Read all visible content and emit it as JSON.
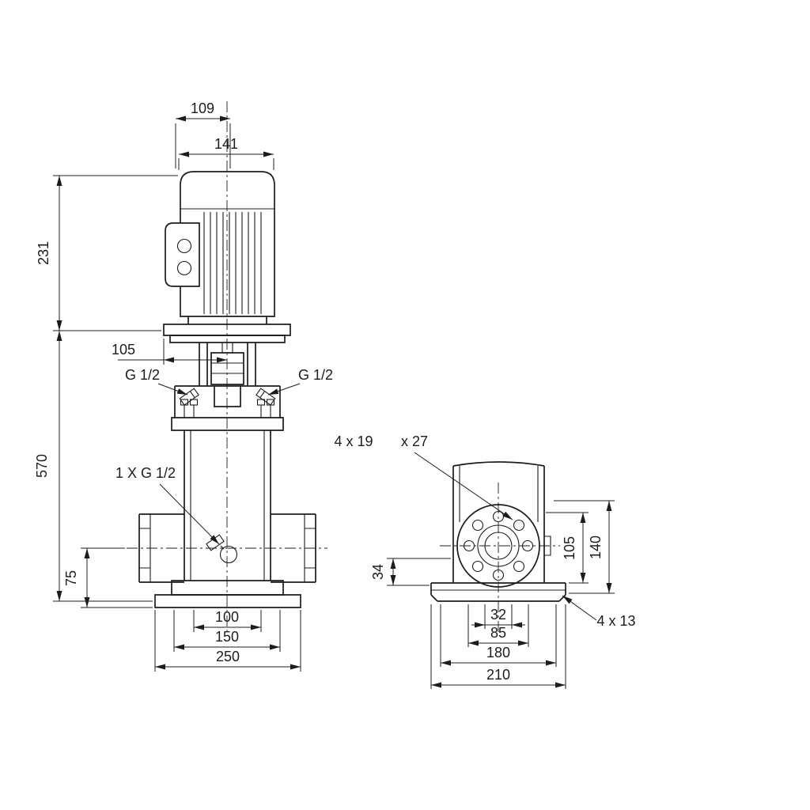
{
  "colors": {
    "ink": "#1c1c1c",
    "paper": "#ffffff"
  },
  "front_view": {
    "dims": {
      "d109": "109",
      "d141": "141",
      "d231": "231",
      "d105": "105",
      "g12_left": "G 1/2",
      "g12_right": "G 1/2",
      "d570": "570",
      "drain": "1 X G 1/2",
      "d75": "75",
      "d100": "100",
      "d150": "150",
      "d250": "250"
    }
  },
  "side_view": {
    "dims": {
      "holes_note": "4 x 19",
      "holes_depth_note": "x 27",
      "d34": "34",
      "d105": "105",
      "d140": "140",
      "d32": "32",
      "d85": "85",
      "d180": "180",
      "d210": "210",
      "base_holes_note": "4 x 13"
    }
  }
}
